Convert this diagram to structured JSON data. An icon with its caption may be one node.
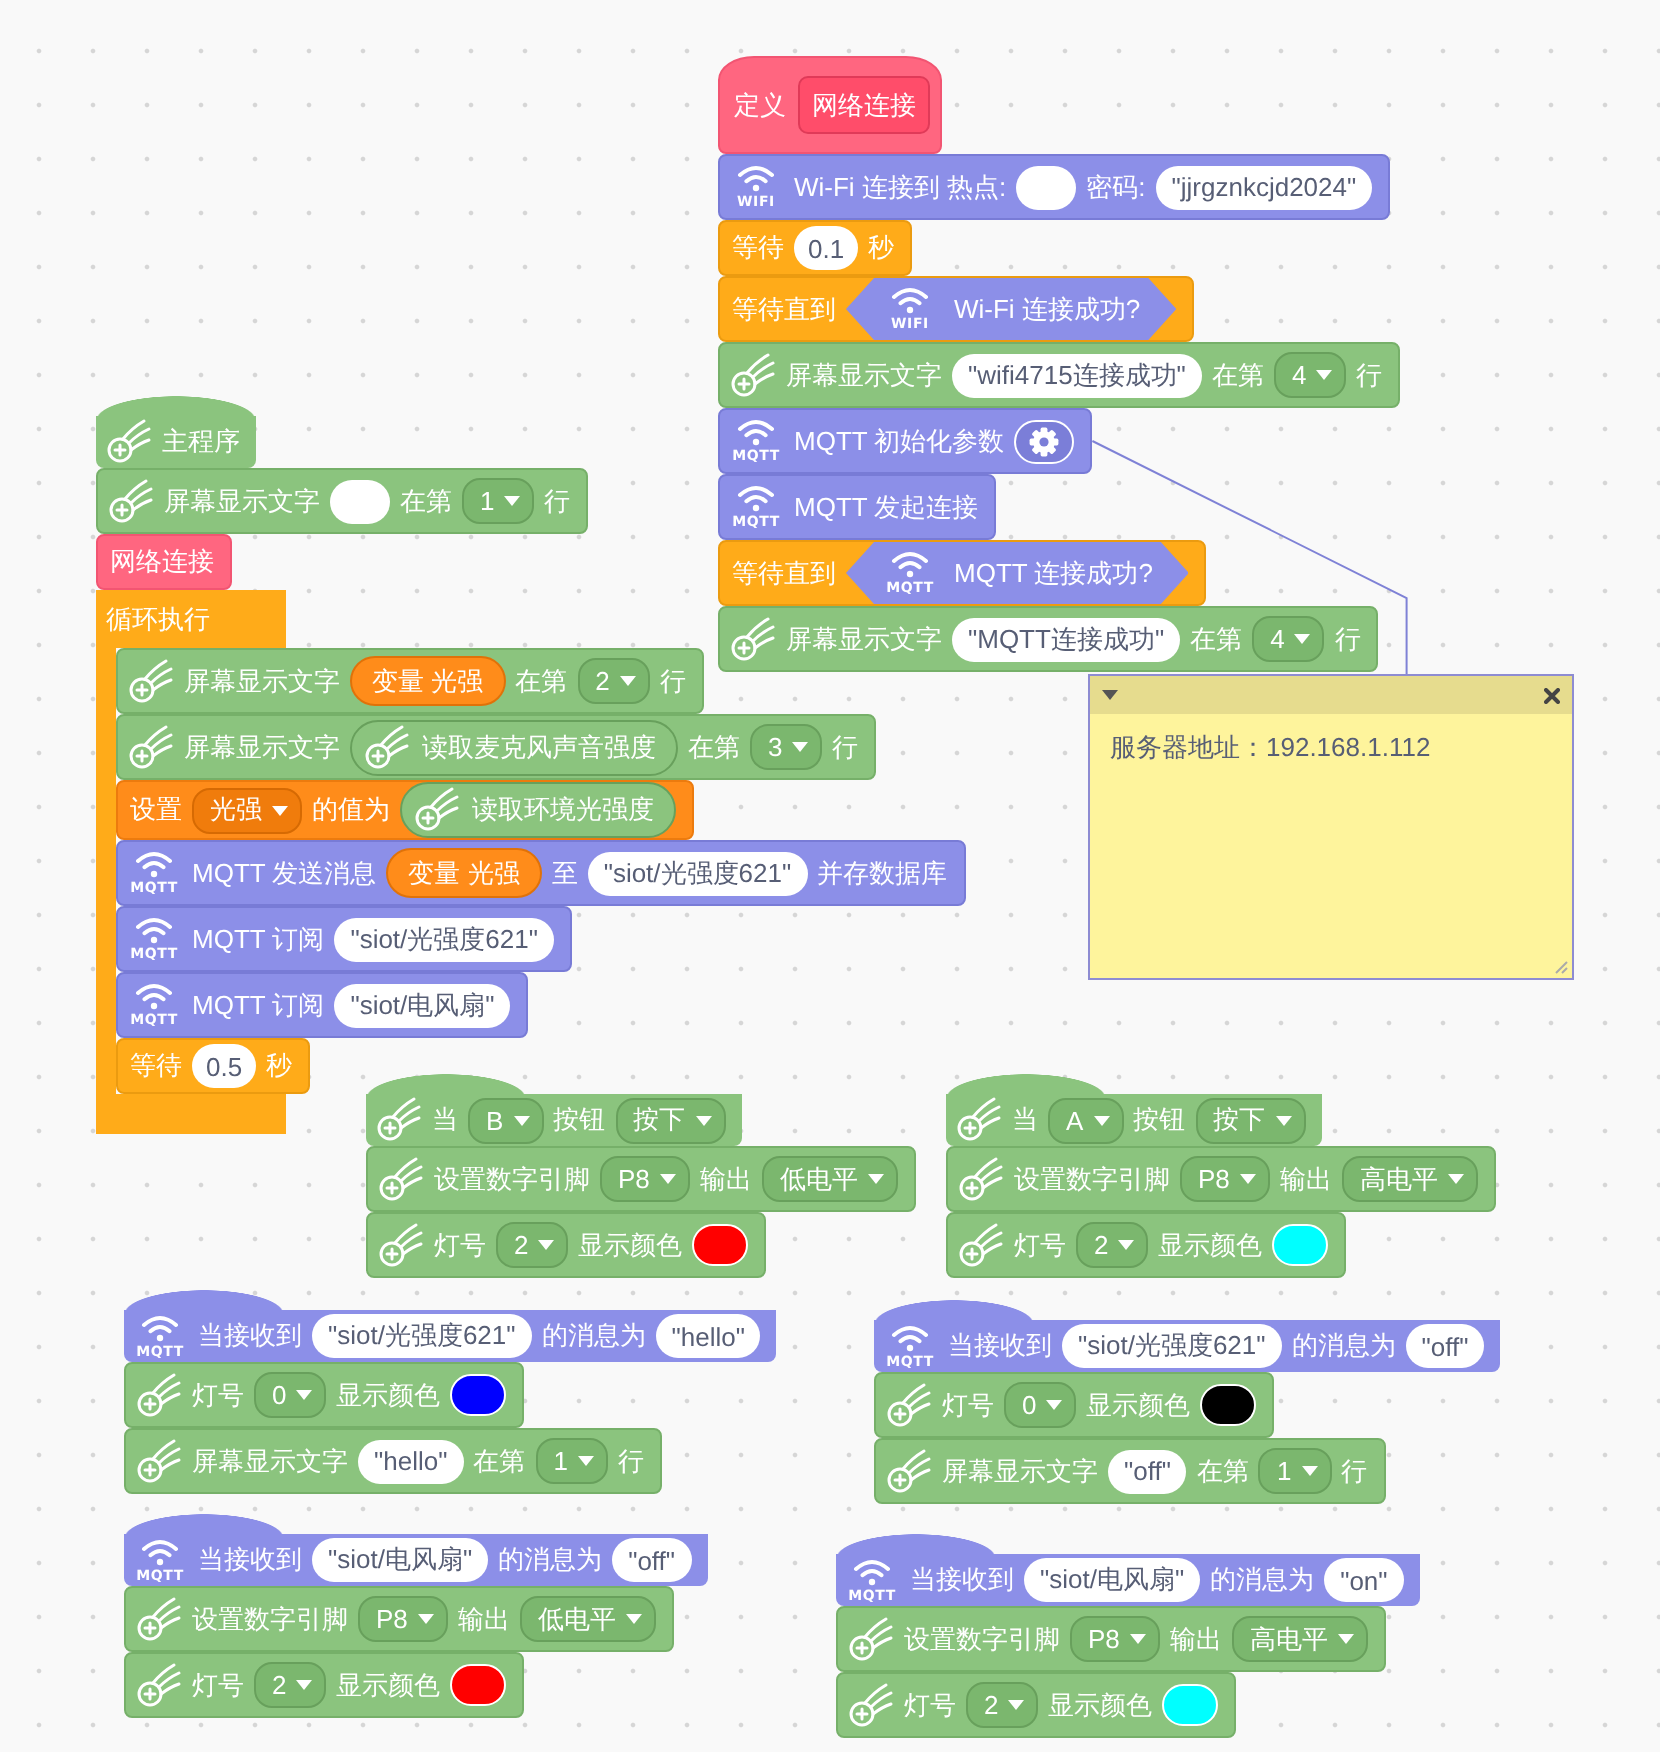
{
  "diagram": {
    "nodes": [
      {
        "text": [
          "定义"
        ]
      },
      {
        "text": [
          "网络连接"
        ],
        "in": 0
      },
      {
        "text": [
          "WIFI",
          "Wi-Fi 连接到 热点:",
          "密码:"
        ]
      },
      {
        "text": [],
        "shape": "pill",
        "in": 2
      },
      {
        "text": [
          "\"jjrgznkcjd2024\""
        ],
        "in": 2
      },
      {
        "text": [
          "等待",
          "秒"
        ]
      },
      {
        "text": [
          "0.1"
        ],
        "in": 5
      },
      {
        "text": [
          "等待直到"
        ]
      },
      {
        "text": [
          "WIFI",
          "Wi-Fi 连接成功?"
        ],
        "in": 7
      },
      {
        "text": [
          "屏幕显示文字",
          "在第",
          "行"
        ]
      },
      {
        "text": [
          "\"wifi4715连接成功\""
        ],
        "in": 9
      },
      {
        "text": [
          "4"
        ],
        "in": 9
      },
      {
        "text": [
          "MQTT",
          "MQTT 初始化参数"
        ]
      },
      {
        "text": [
          "MQTT",
          "MQTT 发起连接"
        ]
      },
      {
        "text": [
          "等待直到"
        ]
      },
      {
        "text": [
          "MQTT",
          "MQTT 连接成功?"
        ],
        "in": 14
      },
      {
        "text": [
          "屏幕显示文字",
          "在第",
          "行"
        ]
      },
      {
        "text": [
          "\"MQTT连接成功\""
        ],
        "in": 16
      },
      {
        "text": [
          "4"
        ],
        "in": 16
      },
      {
        "text": [
          "服务器地址：192.168.1.112"
        ]
      },
      {
        "text": [
          "主程序"
        ]
      },
      {
        "text": [
          "屏幕显示文字",
          "在第",
          "行"
        ]
      },
      {
        "text": [],
        "shape": "pill",
        "in": 21
      },
      {
        "text": [
          "1"
        ],
        "in": 21
      },
      {
        "text": [
          "网络连接"
        ]
      },
      {
        "text": [
          "循环执行"
        ]
      },
      {
        "text": [
          "屏幕显示文字",
          "在第",
          "行"
        ],
        "in": 25
      },
      {
        "text": [
          "变量 光强"
        ],
        "in": 26
      },
      {
        "text": [
          "2"
        ],
        "in": 26
      },
      {
        "text": [
          "屏幕显示文字",
          "在第",
          "行"
        ],
        "in": 25
      },
      {
        "text": [
          "读取麦克风声音强度"
        ],
        "in": 29
      },
      {
        "text": [
          "3"
        ],
        "in": 29
      },
      {
        "text": [
          "设置",
          "的值为"
        ],
        "in": 25
      },
      {
        "text": [
          "光强"
        ],
        "in": 32
      },
      {
        "text": [
          "读取环境光强度"
        ],
        "in": 32
      },
      {
        "text": [
          "MQTT",
          "MQTT 发送消息",
          "至",
          "并存数据库"
        ],
        "in": 25
      },
      {
        "text": [
          "变量 光强"
        ],
        "in": 35
      },
      {
        "text": [
          "\"siot/光强度621\""
        ],
        "in": 35
      },
      {
        "text": [
          "MQTT",
          "MQTT 订阅"
        ],
        "in": 25
      },
      {
        "text": [
          "\"siot/光强度621\""
        ],
        "in": 38
      },
      {
        "text": [
          "MQTT",
          "MQTT 订阅"
        ],
        "in": 25
      },
      {
        "text": [
          "\"siot/电风扇\""
        ],
        "in": 40
      },
      {
        "text": [
          "等待",
          "秒"
        ],
        "in": 25
      },
      {
        "text": [
          "0.5"
        ],
        "in": 42
      },
      {
        "text": [
          "当",
          "按钮"
        ]
      },
      {
        "text": [
          "B"
        ],
        "in": 44
      },
      {
        "text": [
          "按下"
        ],
        "in": 44
      },
      {
        "text": [
          "设置数字引脚",
          "输出"
        ]
      },
      {
        "text": [
          "P8"
        ],
        "in": 47
      },
      {
        "text": [
          "低电平"
        ],
        "in": 47
      },
      {
        "text": [
          "灯号",
          "显示颜色"
        ]
      },
      {
        "text": [
          "2"
        ],
        "in": 50
      },
      {
        "text": [
          "当",
          "按钮"
        ]
      },
      {
        "text": [
          "A"
        ],
        "in": 52
      },
      {
        "text": [
          "按下"
        ],
        "in": 52
      },
      {
        "text": [
          "设置数字引脚",
          "输出"
        ]
      },
      {
        "text": [
          "P8"
        ],
        "in": 55
      },
      {
        "text": [
          "高电平"
        ],
        "in": 55
      },
      {
        "text": [
          "灯号",
          "显示颜色"
        ]
      },
      {
        "text": [
          "2"
        ],
        "in": 58
      },
      {
        "text": [
          "MQTT",
          "当接收到",
          "的消息为"
        ]
      },
      {
        "text": [
          "\"siot/光强度621\""
        ],
        "in": 60
      },
      {
        "text": [
          "\"hello\""
        ],
        "in": 60
      },
      {
        "text": [
          "灯号",
          "显示颜色"
        ]
      },
      {
        "text": [
          "0"
        ],
        "in": 63
      },
      {
        "text": [
          "屏幕显示文字",
          "在第",
          "行"
        ]
      },
      {
        "text": [
          "\"hello\""
        ],
        "in": 65
      },
      {
        "text": [
          "1"
        ],
        "in": 65
      },
      {
        "text": [
          "MQTT",
          "当接收到",
          "的消息为"
        ]
      },
      {
        "text": [
          "\"siot/光强度621\""
        ],
        "in": 68
      },
      {
        "text": [
          "\"off\""
        ],
        "in": 68
      },
      {
        "text": [
          "灯号",
          "显示颜色"
        ]
      },
      {
        "text": [
          "0"
        ],
        "in": 71
      },
      {
        "text": [
          "屏幕显示文字",
          "在第",
          "行"
        ]
      },
      {
        "text": [
          "\"off\""
        ],
        "in": 73
      },
      {
        "text": [
          "1"
        ],
        "in": 73
      },
      {
        "text": [
          "MQTT",
          "当接收到",
          "的消息为"
        ]
      },
      {
        "text": [
          "\"siot/电风扇\""
        ],
        "in": 76
      },
      {
        "text": [
          "\"off\""
        ],
        "in": 76
      },
      {
        "text": [
          "设置数字引脚",
          "输出"
        ]
      },
      {
        "text": [
          "P8"
        ],
        "in": 79
      },
      {
        "text": [
          "低电平"
        ],
        "in": 79
      },
      {
        "text": [
          "灯号",
          "显示颜色"
        ]
      },
      {
        "text": [
          "2"
        ],
        "in": 82
      },
      {
        "text": [
          "MQTT",
          "当接收到",
          "的消息为"
        ]
      },
      {
        "text": [
          "\"siot/电风扇\""
        ],
        "in": 84
      },
      {
        "text": [
          "\"on\""
        ],
        "in": 84
      },
      {
        "text": [
          "设置数字引脚",
          "输出"
        ]
      },
      {
        "text": [
          "P8"
        ],
        "in": 87
      },
      {
        "text": [
          "高电平"
        ],
        "in": 87
      },
      {
        "text": [
          "灯号",
          "显示颜色"
        ]
      },
      {
        "text": [
          "2"
        ],
        "in": 90
      }
    ],
    "edges": [
      {
        "from": 12,
        "to": 19,
        "arrow": "none"
      }
    ]
  }
}
